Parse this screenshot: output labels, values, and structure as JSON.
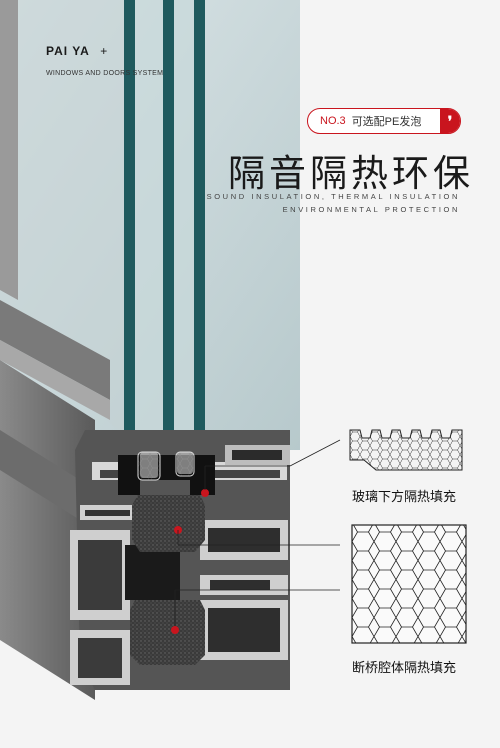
{
  "brand": {
    "name": "PAI YA",
    "plus": "+",
    "subtitle": "WINDOWS AND DOORS SYSTEM"
  },
  "badge": {
    "number": "NO.3",
    "text": "可选配PE发泡",
    "mark": "❜"
  },
  "headline": "隔音隔热环保",
  "subtitle_en": {
    "line1": "SOUND INSULATION, THERMAL INSULATION",
    "line2": "ENVIRONMENTAL PROTECTION"
  },
  "callouts": {
    "glass_fill": "玻璃下方隔热填充",
    "cavity_fill": "断桥腔体隔热填充"
  },
  "colors": {
    "accent": "#c9151e",
    "glass_edge": "#1f5a5e",
    "profile": "#5a5a5a",
    "foam": "#3a3a3a",
    "background": "#f4f4f4"
  }
}
